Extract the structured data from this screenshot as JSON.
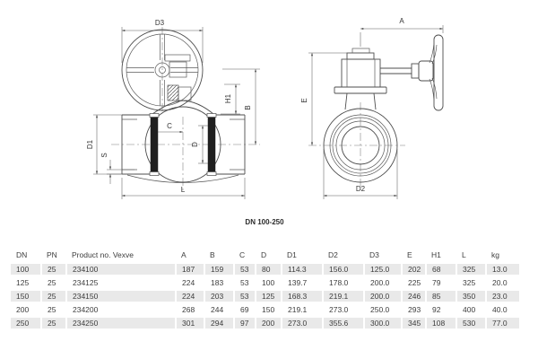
{
  "diagram": {
    "caption": "DN 100-250",
    "front_view_labels": {
      "d3": "D3",
      "h1": "H1",
      "b": "B",
      "c": "C",
      "d": "D",
      "d1": "D1",
      "s": "S",
      "l": "L"
    },
    "side_view_labels": {
      "a": "A",
      "e": "E",
      "d2": "D2"
    }
  },
  "table": {
    "headers": [
      "DN",
      "PN",
      "Product no. Vexve",
      "A",
      "B",
      "C",
      "D",
      "D1",
      "D2",
      "D3",
      "E",
      "H1",
      "L",
      "kg"
    ],
    "rows": [
      [
        "100",
        "25",
        "234100",
        "187",
        "159",
        "53",
        "80",
        "114.3",
        "156.0",
        "125.0",
        "202",
        "68",
        "325",
        "13.0"
      ],
      [
        "125",
        "25",
        "234125",
        "224",
        "183",
        "53",
        "100",
        "139.7",
        "178.0",
        "200.0",
        "225",
        "79",
        "325",
        "20.0"
      ],
      [
        "150",
        "25",
        "234150",
        "224",
        "203",
        "53",
        "125",
        "168.3",
        "219.1",
        "200.0",
        "246",
        "85",
        "350",
        "23.0"
      ],
      [
        "200",
        "25",
        "234200",
        "268",
        "244",
        "69",
        "150",
        "219.1",
        "273.0",
        "250.0",
        "293",
        "92",
        "400",
        "40.0"
      ],
      [
        "250",
        "25",
        "234250",
        "301",
        "294",
        "97",
        "200",
        "273.0",
        "355.6",
        "300.0",
        "345",
        "108",
        "530",
        "77.0"
      ]
    ],
    "stripe_color": "#e9e9e9"
  }
}
